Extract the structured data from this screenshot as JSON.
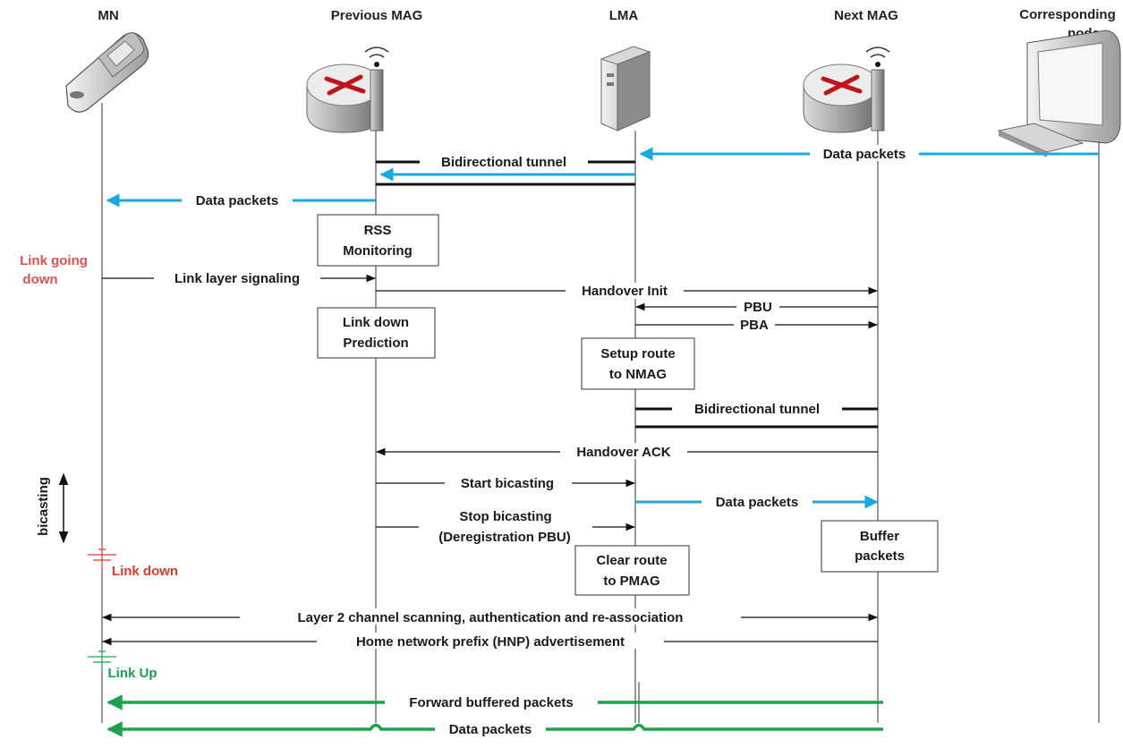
{
  "entities": {
    "mn": "MN",
    "previous_mag": "Previous MAG",
    "lma": "LMA",
    "next_mag": "Next MAG",
    "corresponding_node_line1": "Corresponding",
    "corresponding_node_line2": "node"
  },
  "messages": {
    "bidirectional_tunnel_1": "Bidirectional tunnel",
    "data_packets_cn": "Data packets",
    "data_packets_to_mn": "Data packets",
    "link_layer_signaling": "Link layer signaling",
    "handover_init": "Handover Init",
    "pbu": "PBU",
    "pba": "PBA",
    "bidirectional_tunnel_2": "Bidirectional tunnel",
    "handover_ack": "Handover ACK",
    "start_bicasting": "Start bicasting",
    "data_packets_nmag": "Data packets",
    "stop_bicasting_line1": "Stop bicasting",
    "stop_bicasting_line2": "(Deregistration PBU)",
    "layer2_scanning": "Layer 2 channel scanning, authentication and re-association",
    "hnp_advertisement": "Home network prefix (HNP) advertisement",
    "forward_buffered": "Forward buffered packets",
    "data_packets_final": "Data packets"
  },
  "boxes": {
    "rss_line1": "RSS",
    "rss_line2": "Monitoring",
    "link_down_line1": "Link down",
    "link_down_line2": "Prediction",
    "setup_route_line1": "Setup route",
    "setup_route_line2": "to NMAG",
    "clear_route_line1": "Clear route",
    "clear_route_line2": "to PMAG",
    "buffer_line1": "Buffer",
    "buffer_line2": "packets"
  },
  "annotations": {
    "link_going_down_line1": "Link going",
    "link_going_down_line2": "down",
    "bicasting": "bicasting",
    "link_down": "Link down",
    "link_up": "Link Up"
  },
  "colors": {
    "data_blue": "#19a8e0",
    "forward_green": "#1aa34a",
    "warning_red": "#e03a2f"
  },
  "icons": {
    "mn": "mobile-phone-icon",
    "previous_mag": "wireless-router-icon",
    "lma": "server-tower-icon",
    "next_mag": "wireless-router-icon",
    "corresponding_node": "desktop-computer-icon"
  }
}
